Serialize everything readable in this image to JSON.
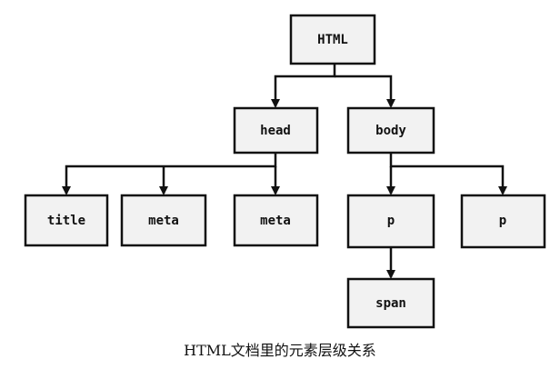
{
  "caption": "HTML文档里的元素层级关系",
  "nodes": {
    "html": "HTML",
    "head": "head",
    "body": "body",
    "title": "title",
    "meta1": "meta",
    "meta2": "meta",
    "p1": "p",
    "p2": "p",
    "span": "span"
  },
  "colors": {
    "box_fill": "#f2f2f2",
    "stroke": "#111111"
  }
}
